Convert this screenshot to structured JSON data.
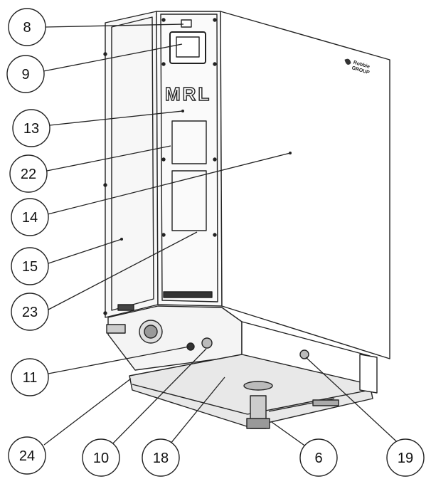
{
  "brand_label": "MRL",
  "logo_lines": [
    "Robbie",
    "GROUP"
  ],
  "callouts": [
    {
      "id": "c8",
      "label": "8"
    },
    {
      "id": "c9",
      "label": "9"
    },
    {
      "id": "c13",
      "label": "13"
    },
    {
      "id": "c22",
      "label": "22"
    },
    {
      "id": "c14",
      "label": "14"
    },
    {
      "id": "c15",
      "label": "15"
    },
    {
      "id": "c23",
      "label": "23"
    },
    {
      "id": "c11",
      "label": "11"
    },
    {
      "id": "c24",
      "label": "24"
    },
    {
      "id": "c10",
      "label": "10"
    },
    {
      "id": "c18",
      "label": "18"
    },
    {
      "id": "c6",
      "label": "6"
    },
    {
      "id": "c19",
      "label": "19"
    }
  ]
}
